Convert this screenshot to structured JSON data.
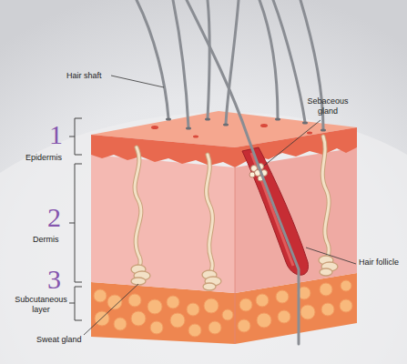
{
  "diagram": {
    "labels": [
      "Hair shaft",
      "Sebaceous gland",
      "1",
      "Epidermis",
      "2",
      "Dermis",
      "3",
      "Subcutaneous layer",
      "Hair follicle",
      "Sweat gland"
    ]
  }
}
